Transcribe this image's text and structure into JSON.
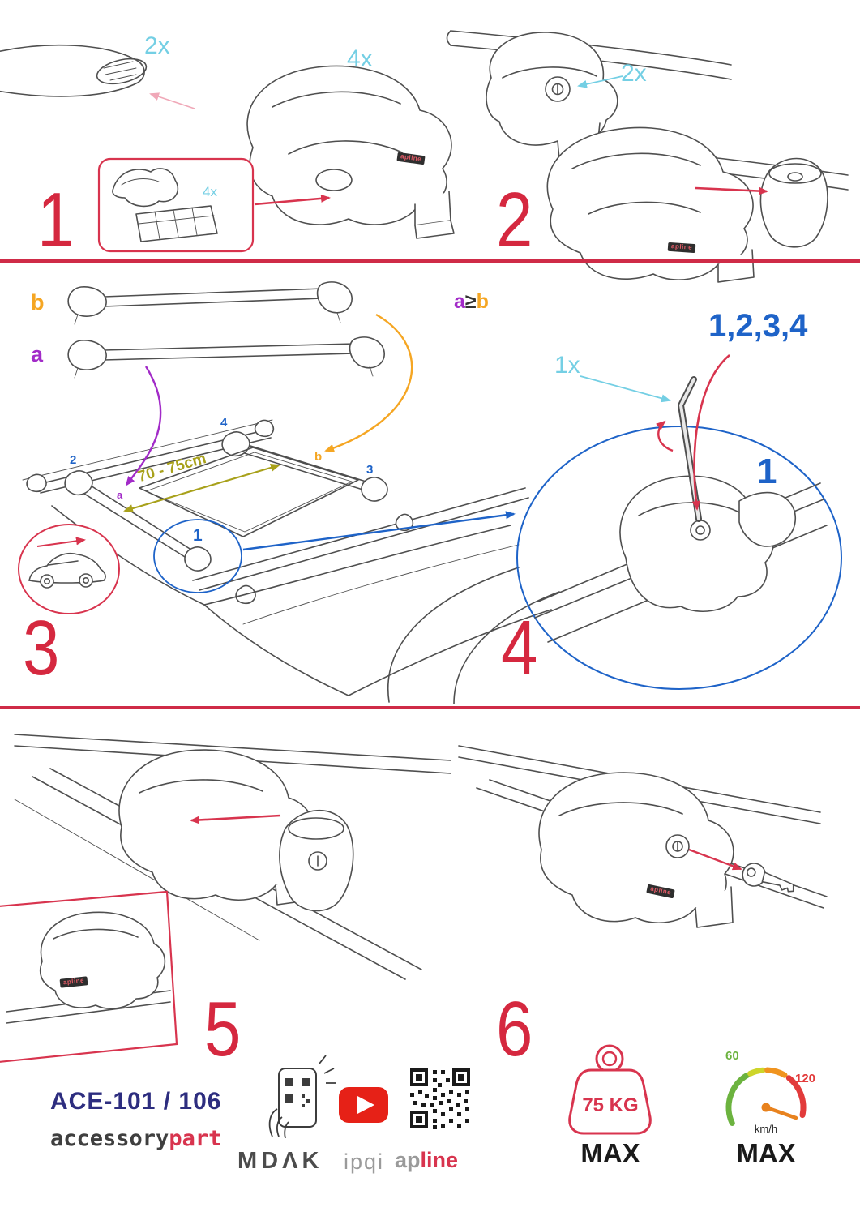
{
  "colors": {
    "red": "#d8344e",
    "cyan": "#74cfe4",
    "blue": "#1e63c8",
    "purple": "#a22bc8",
    "orange": "#f5a623",
    "olive": "#a8a11b",
    "navy": "#2d2d7f",
    "dark": "#3c3c3c",
    "youtube_red": "#e62117",
    "gauge_green": "#6cb33f",
    "gauge_red": "#e23b3b"
  },
  "steps": {
    "one": {
      "num": "1",
      "bar_qty": "2x",
      "foot_qty": "4x",
      "pad_qty": "4x"
    },
    "two": {
      "num": "2",
      "lock_qty": "2x"
    },
    "three": {
      "num": "3",
      "bar_b": "b",
      "bar_a": "a",
      "rule_a": "a",
      "rule_sym": "≥",
      "rule_b": "b",
      "pos_1": "1",
      "pos_2": "2",
      "pos_3": "3",
      "pos_4": "4",
      "pos_a": "a",
      "pos_b": "b",
      "span": "70 - 75cm"
    },
    "four": {
      "num": "4",
      "key_qty": "1x",
      "sequence": "1,2,3,4",
      "torque_step": "1"
    },
    "five": {
      "num": "5"
    },
    "six": {
      "num": "6"
    }
  },
  "small_logo": {
    "text": "apline"
  },
  "footer": {
    "model": "ACE-101 / 106",
    "brand_black": "accessory",
    "brand_red": "part",
    "mdak": "MDΛK",
    "ipqi": "ipqi",
    "apline_gray": "ap",
    "apline_red": "line",
    "weight_limit": "75 KG",
    "weight_max": "MAX",
    "speed_low": "60",
    "speed_high": "120",
    "speed_unit": "km/h",
    "speed_max": "MAX"
  }
}
